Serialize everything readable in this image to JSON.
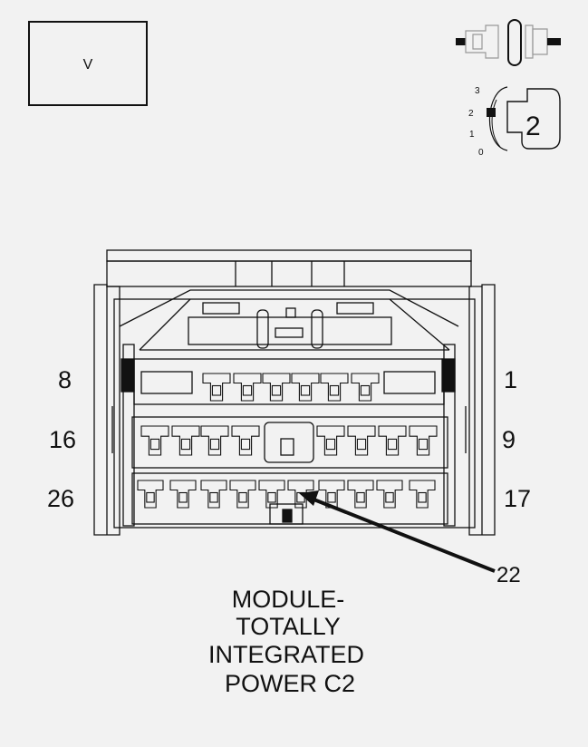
{
  "color_box": {
    "code": "V"
  },
  "view_indicator": {
    "scale_labels": [
      "3",
      "2",
      "1",
      "0"
    ],
    "view_number": "2"
  },
  "connector": {
    "pin_labels": {
      "row1_left": "8",
      "row1_right": "1",
      "row2_left": "16",
      "row2_right": "9",
      "row3_left": "26",
      "row3_right": "17"
    },
    "callout_pin": "22"
  },
  "title_lines": [
    "MODULE-",
    "TOTALLY",
    "INTEGRATED",
    "POWER C2"
  ],
  "colors": {
    "line": "#111111",
    "background": "#f2f2f2"
  }
}
